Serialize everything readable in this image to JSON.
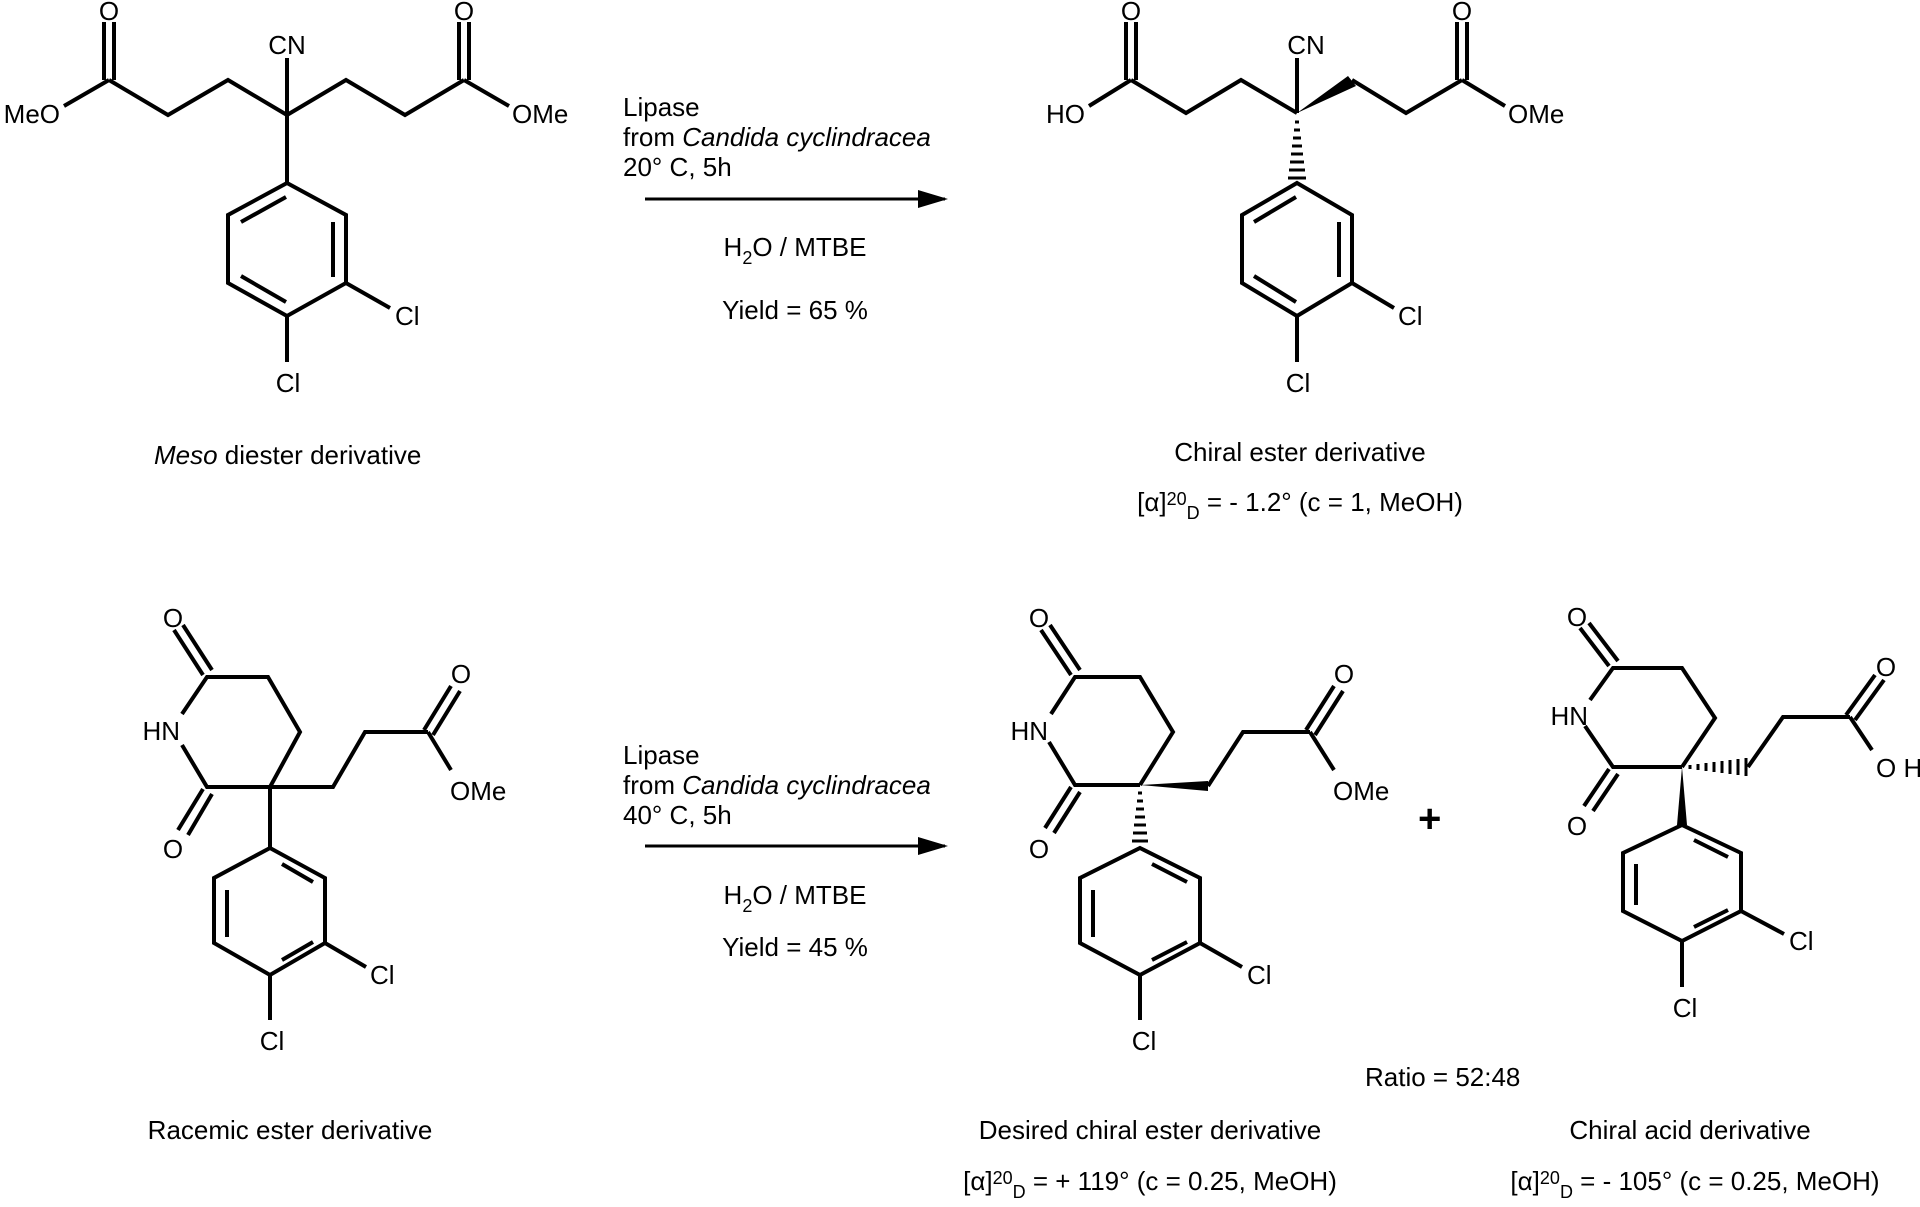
{
  "reaction1": {
    "reactant": {
      "name_italic": "Meso",
      "name_rest": " diester derivative",
      "labels": {
        "cn": "CN",
        "o1": "O",
        "o2": "O",
        "ome_left": "MeO",
        "ome_right": "OMe",
        "cl1": "Cl",
        "cl2": "Cl"
      }
    },
    "conditions": {
      "line1": "Lipase",
      "line2_prefix": "from ",
      "line2_italic": "Candida cyclindracea",
      "line3": "20° C, 5h",
      "solvent_h": "H",
      "solvent_sub": "2",
      "solvent_rest": "O / MTBE",
      "yield": "Yield = 65 %"
    },
    "product": {
      "name": "Chiral ester derivative",
      "rotation_prefix": "[α]",
      "rotation_sup": "20",
      "rotation_sub": "D",
      "rotation_rest": " = - 1.2° (c = 1, MeOH)",
      "labels": {
        "cn": "CN",
        "o1": "O",
        "o2": "O",
        "ho": "HO",
        "ome": "OMe",
        "cl1": "Cl",
        "cl2": "Cl"
      }
    }
  },
  "reaction2": {
    "reactant": {
      "name": "Racemic ester derivative",
      "labels": {
        "hn": "HN",
        "o1": "O",
        "o2": "O",
        "o3": "O",
        "ome": "OMe",
        "cl1": "Cl",
        "cl2": "Cl"
      }
    },
    "conditions": {
      "line1": "Lipase",
      "line2_prefix": "from ",
      "line2_italic": "Candida cyclindracea",
      "line3": "40° C, 5h",
      "solvent_h": "H",
      "solvent_sub": "2",
      "solvent_rest": "O / MTBE",
      "yield": "Yield = 45 %"
    },
    "product1": {
      "name": "Desired chiral ester derivative",
      "rotation_prefix": "[α]",
      "rotation_sup": "20",
      "rotation_sub": "D",
      "rotation_rest": " = + 119° (c = 0.25, MeOH)",
      "labels": {
        "hn": "HN",
        "o1": "O",
        "o2": "O",
        "o3": "O",
        "ome": "OMe",
        "cl1": "Cl",
        "cl2": "Cl"
      }
    },
    "plus": "+",
    "ratio": "Ratio = 52:48",
    "product2": {
      "name": "Chiral acid derivative",
      "rotation_prefix": "[α]",
      "rotation_sup": "20",
      "rotation_sub": "D",
      "rotation_rest": " = - 105° (c = 0.25, MeOH)",
      "labels": {
        "hn": "HN",
        "o1": "O",
        "o2": "O",
        "o3": "O",
        "oh": "O H",
        "cl1": "Cl",
        "cl2": "Cl"
      }
    }
  }
}
